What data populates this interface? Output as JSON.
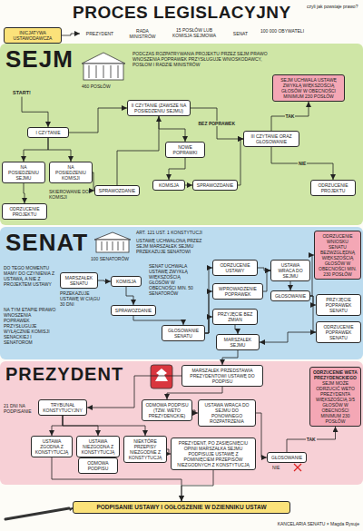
{
  "diagram": {
    "title": "PROCES LEGISLACYJNY",
    "nodes": [
      {
        "text": [
          "INICJATYWA USTAWODAWCZA"
        ]
      },
      {
        "text": [
          "PREZYDENT"
        ]
      },
      {
        "text": [
          "RADA MINISTRÓW"
        ]
      },
      {
        "text": [
          "15 POSŁÓW LUB KOMISJA SEJMOWA"
        ]
      },
      {
        "text": [
          "SENAT"
        ]
      },
      {
        "text": [
          "100 000 OBYWATELI"
        ]
      },
      {
        "text": [
          "SEJM"
        ]
      },
      {
        "text": [
          "START!"
        ],
        "in": 6
      },
      {
        "text": [
          "I CZYTANIE"
        ],
        "in": 6
      },
      {
        "text": [
          "NA POSIEDZENIU SEJMU"
        ],
        "in": 6
      },
      {
        "text": [
          "NA POSIEDZENIU KOMISJI"
        ],
        "in": 6
      },
      {
        "text": [
          "SPRAWOZDANIE"
        ],
        "in": 6
      },
      {
        "text": [
          "ODRZUCENIE PROJEKTU"
        ],
        "in": 6
      },
      {
        "text": [
          "II CZYTANIE (ZAWSZE NA POSIEDZENIU SEJMU)"
        ],
        "in": 6
      },
      {
        "text": [
          "NOWE POPRAWKI"
        ],
        "in": 6
      },
      {
        "text": [
          "KOMISJA"
        ],
        "in": 6
      },
      {
        "text": [
          "SPRAWOZDANIE"
        ],
        "in": 6
      },
      {
        "text": [
          "III CZYTANIE ORAZ GŁOSOWANIE"
        ],
        "in": 6
      },
      {
        "text": [
          "SEJM UCHWALA USTAWĘ ZWYKŁĄ WIĘKSZOŚCIĄ GŁOSÓW W OBECNOŚCI MINIMUM 230 POSŁÓW"
        ],
        "in": 6
      },
      {
        "text": [
          "ODRZUCENIE PROJEKTU"
        ],
        "in": 6
      },
      {
        "text": [
          "SENAT"
        ]
      },
      {
        "text": [
          "MARSZAŁEK SENATU"
        ],
        "in": 20
      },
      {
        "text": [
          "KOMISJA"
        ],
        "in": 20
      },
      {
        "text": [
          "SPRAWOZDANIE"
        ],
        "in": 20
      },
      {
        "text": [
          "GŁOSOWANIE SENATU"
        ],
        "in": 20
      },
      {
        "text": [
          "ODRZUCENIE USTAWY"
        ],
        "in": 20
      },
      {
        "text": [
          "WPROWADZENIE POPRAWEK"
        ],
        "in": 20
      },
      {
        "text": [
          "PRZYJĘCIE BEZ ZMIAN"
        ],
        "in": 20
      },
      {
        "text": [
          "USTAWA WRACA DO SEJMU"
        ],
        "in": 20
      },
      {
        "text": [
          "GŁOSOWANIE"
        ],
        "in": 20
      },
      {
        "text": [
          "ODRZUCENIE WNIOSKU SENATU BEZWZGLĘDNĄ WIĘKSZOŚCIĄ GŁOSÓW W OBECNOŚCI MIN. 230 POSŁÓW"
        ],
        "in": 20
      },
      {
        "text": [
          "PRZYJĘCIE POPRAWEK SENATU"
        ],
        "in": 20
      },
      {
        "text": [
          "ODRZUCENIE POPRAWEK SENATU"
        ],
        "in": 20
      },
      {
        "text": [
          "MARSZAŁEK SEJMU"
        ],
        "in": 20
      },
      {
        "text": [
          "PREZYDENT"
        ]
      },
      {
        "text": [
          "MARSZAŁEK PRZEDSTAWIA PREZYDENTOWI USTAWĘ DO PODPISU"
        ],
        "in": 34
      },
      {
        "text": [
          "TRYBUNAŁ KONSTYTUCYJNY"
        ],
        "in": 34
      },
      {
        "text": [
          "ODMOWA PODPISU (TZW. WETO PREZYDENCKIE)"
        ],
        "in": 34
      },
      {
        "text": [
          "USTAWA WRACA DO SEJMU DO PONOWNEGO ROZPATRZENIA"
        ],
        "in": 34
      },
      {
        "text": [
          "USTAWA ZGODNA Z KONSTYTUCJĄ"
        ],
        "in": 34
      },
      {
        "text": [
          "USTAWA NIEZGODNA Z KONSTYTUCJĄ"
        ],
        "in": 34
      },
      {
        "text": [
          "NIEKTÓRE PRZEPISY NIEZGODNE Z KONSTYTUCJĄ"
        ],
        "in": 34
      },
      {
        "text": [
          "ODMOWA PODPISU"
        ],
        "in": 34
      },
      {
        "text": [
          "PREZYDENT, PO ZASIĘGNIĘCIU OPINII MARSZAŁKA SEJMU PODPISUJE USTAWĘ Z POMINIĘCIEM PRZEPISÓW NIEZGODNYCH Z KONSTYTUCJĄ"
        ],
        "in": 34
      },
      {
        "text": [
          "GŁOSOWANIE"
        ],
        "in": 34
      },
      {
        "text": [
          "ODRZUCENIE WETA PREZYDENCKIEGO",
          "SEJM MOŻE ODRZUCIĆ WETO PREZYDENTA WIĘKSZOŚCIĄ 3/5 GŁOSÓW W OBECNOŚCI MINIMUM 230 POSŁÓW"
        ],
        "in": 34
      },
      {
        "text": [
          "PODPISANIE USTAWY I OGŁOSZENIE W DZIENNIKU USTAW"
        ]
      }
    ],
    "edges": [
      {
        "from": 0,
        "to": 1,
        "arrow": "to"
      },
      {
        "from": 7,
        "to": 8,
        "arrow": "to"
      },
      {
        "from": 8,
        "to": 9,
        "arrow": "to"
      },
      {
        "from": 8,
        "to": 10,
        "arrow": "to"
      },
      {
        "from": 9,
        "to": 12,
        "arrow": "to"
      },
      {
        "from": 10,
        "to": 11,
        "arrow": "to"
      },
      {
        "from": 11,
        "to": 13,
        "arrow": "to"
      },
      {
        "from": 8,
        "to": 13,
        "arrow": "to"
      },
      {
        "from": 13,
        "to": 14,
        "arrow": "to"
      },
      {
        "from": 14,
        "to": 15,
        "arrow": "to"
      },
      {
        "from": 15,
        "to": 16,
        "arrow": "to"
      },
      {
        "from": 16,
        "to": 17,
        "arrow": "to"
      },
      {
        "from": 13,
        "to": 17,
        "label": "BEZ POPRAWEK",
        "arrow": "to"
      },
      {
        "from": 17,
        "to": 18,
        "label": "TAK",
        "arrow": "to"
      },
      {
        "from": 17,
        "to": 19,
        "label": "NIE",
        "arrow": "to"
      },
      {
        "from": 21,
        "to": 22,
        "arrow": "to"
      },
      {
        "from": 22,
        "to": 23,
        "arrow": "to"
      },
      {
        "from": 23,
        "to": 24,
        "arrow": "to"
      },
      {
        "from": 24,
        "to": 25,
        "arrow": "to"
      },
      {
        "from": 24,
        "to": 26,
        "arrow": "to"
      },
      {
        "from": 24,
        "to": 27,
        "arrow": "to"
      },
      {
        "from": 25,
        "to": 28,
        "arrow": "to"
      },
      {
        "from": 26,
        "to": 28,
        "arrow": "to"
      },
      {
        "from": 28,
        "to": 29,
        "arrow": "to"
      },
      {
        "from": 29,
        "to": 30,
        "arrow": "to"
      },
      {
        "from": 29,
        "to": 31,
        "arrow": "to"
      },
      {
        "from": 29,
        "to": 32,
        "arrow": "to"
      },
      {
        "from": 27,
        "to": 33,
        "arrow": "to"
      },
      {
        "from": 32,
        "to": 33,
        "arrow": "to"
      },
      {
        "from": 33,
        "to": 35,
        "arrow": "to"
      },
      {
        "from": 35,
        "to": 36,
        "arrow": "to"
      },
      {
        "from": 35,
        "to": 37,
        "arrow": "to"
      },
      {
        "from": 37,
        "to": 38,
        "arrow": "to"
      },
      {
        "from": 36,
        "to": 39,
        "arrow": "to"
      },
      {
        "from": 36,
        "to": 40,
        "arrow": "to"
      },
      {
        "from": 36,
        "to": 41,
        "arrow": "to"
      },
      {
        "from": 40,
        "to": 42,
        "arrow": "to"
      },
      {
        "from": 41,
        "to": 43,
        "arrow": "to"
      },
      {
        "from": 38,
        "to": 44,
        "arrow": "to"
      },
      {
        "from": 44,
        "to": 45,
        "label": "TAK",
        "arrow": "to"
      },
      {
        "from": 39,
        "to": 46,
        "arrow": "to"
      },
      {
        "from": 43,
        "to": 46,
        "arrow": "to"
      }
    ],
    "labels": [
      "czyli jak powstaje prawo?",
      "460 POSŁÓW",
      "PODCZAS ROZPATRYWANIA PROJEKTU PRZEZ SEJM PRAWO WNOSZENIA POPRAWEK PRZYSŁUGUJE WNIOSKODAWCY, POSŁOM I RADZIE MINISTRÓW",
      "SKIEROWANIE DO KOMISJI",
      "ART. 121 UST. 1 KONSTYTUCJI",
      "USTAWĘ UCHWALONĄ PRZEZ SEJM MARSZAŁEK SEJMU PRZEKAZUJE SENATOWI",
      "100 SENATORÓW",
      "DO TEGO MOMENTU MAMY DO CZYNIENIA Z USTAWĄ, A NIE Z PROJEKTEM USTAWY",
      "PRZEKAZUJE USTAWĘ W CIĄGU 30 DNI",
      "NA TYM ETAPIE PRAWO WNOSZENIA POPRAWEK PRZYSŁUGUJE WYŁĄCZNIE KOMISJI SENACKIEJ I SENATOROM",
      "SENAT UCHWALA USTAWĘ ZWYKŁĄ WIĘKSZOŚCIĄ GŁOSÓW W OBECNOŚCI MIN. 50 SENATORÓW",
      "21 DNI NA PODPISANIE",
      "NIE",
      "KANCELARIA SENATU × Magda Rysuje"
    ]
  }
}
